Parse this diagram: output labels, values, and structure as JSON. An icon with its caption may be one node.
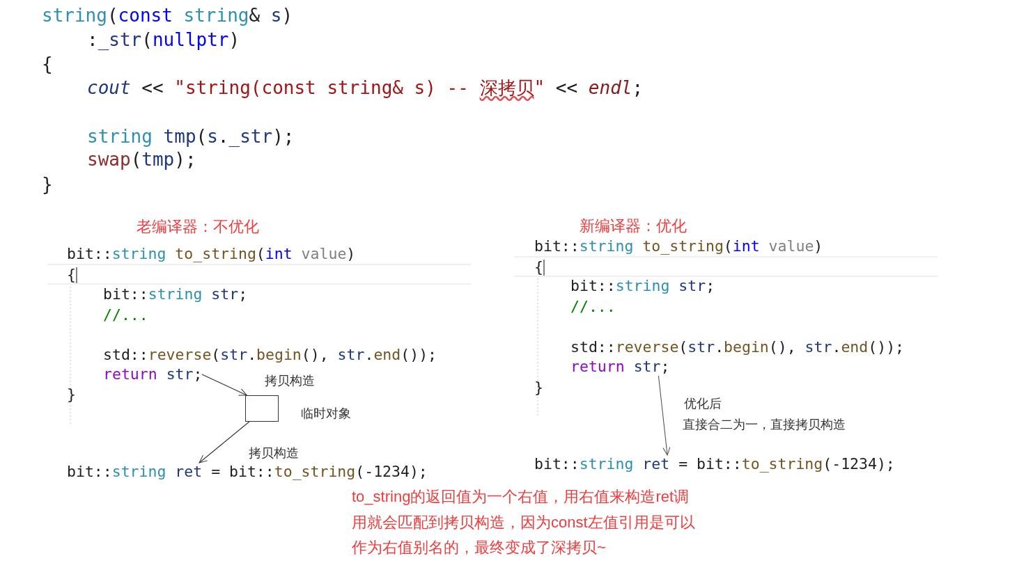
{
  "diagram": {
    "nodes": [
      {
        "text": [
          "return str;"
        ]
      },
      {
        "text": [],
        "shape": "box",
        "beside": [
          "临时对象"
        ]
      },
      {
        "text": [
          "bit::string ret = bit::to_string(-1234);"
        ]
      },
      {
        "text": [
          "return str;"
        ]
      },
      {
        "text": [
          "bit::string ret = bit::to_string(-1234);"
        ]
      }
    ],
    "edges": [
      {
        "from": 0,
        "to": 1,
        "arrow": "to",
        "label": "拷贝构造"
      },
      {
        "from": 1,
        "to": 2,
        "arrow": "to",
        "label": "拷贝构造"
      },
      {
        "from": 3,
        "to": 4,
        "arrow": "to",
        "label": "优化后"
      }
    ],
    "labels": [
      "string(const string& s)",
      ":_str(nullptr)",
      "{",
      "cout << \"string(const string& s) -- 深拷贝\" << endl;",
      "string tmp(s._str);",
      "swap(tmp);",
      "}",
      "老编译器：不优化",
      "bit::string to_string(int value)",
      "{",
      "bit::string str;",
      "//...",
      "std::reverse(str.begin(), str.end());",
      "}",
      "新编译器：优化",
      "bit::string to_string(int value)",
      "{",
      "bit::string str;",
      "//...",
      "std::reverse(str.begin(), str.end());",
      "}",
      "直接合二为一，直接拷贝构造",
      "to_string的返回值为一个右值，用右值来构造ret调用就会匹配到拷贝构造，因为const左值引用是可以作为右值别名的，最终变成了深拷贝~"
    ]
  }
}
